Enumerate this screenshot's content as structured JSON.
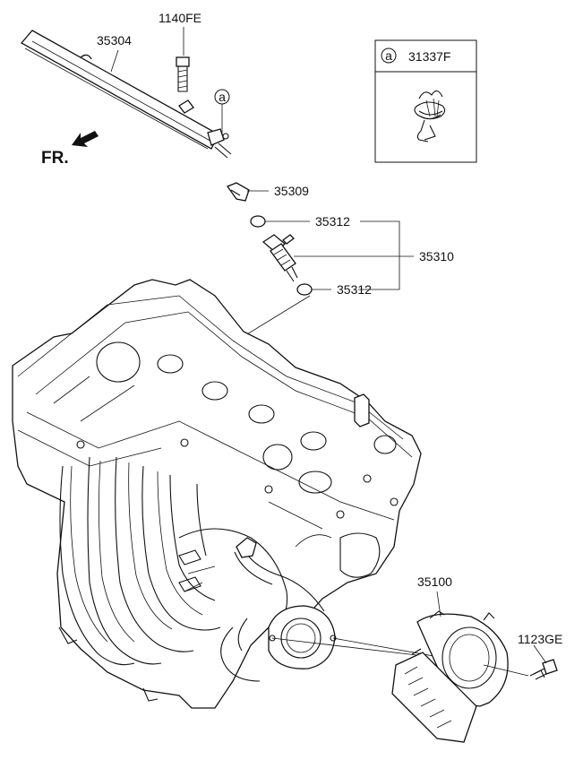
{
  "callouts": {
    "rail": "35304",
    "bolt": "1140FE",
    "clip": "35309",
    "oring_top": "35312",
    "injector_assy": "35310",
    "oring_bottom": "35312",
    "throttle_body": "35100",
    "throttle_bolt": "1123GE"
  },
  "reference_box": {
    "marker": "a",
    "part_no": "31337F"
  },
  "rail_marker": "a",
  "front_indicator": "FR."
}
